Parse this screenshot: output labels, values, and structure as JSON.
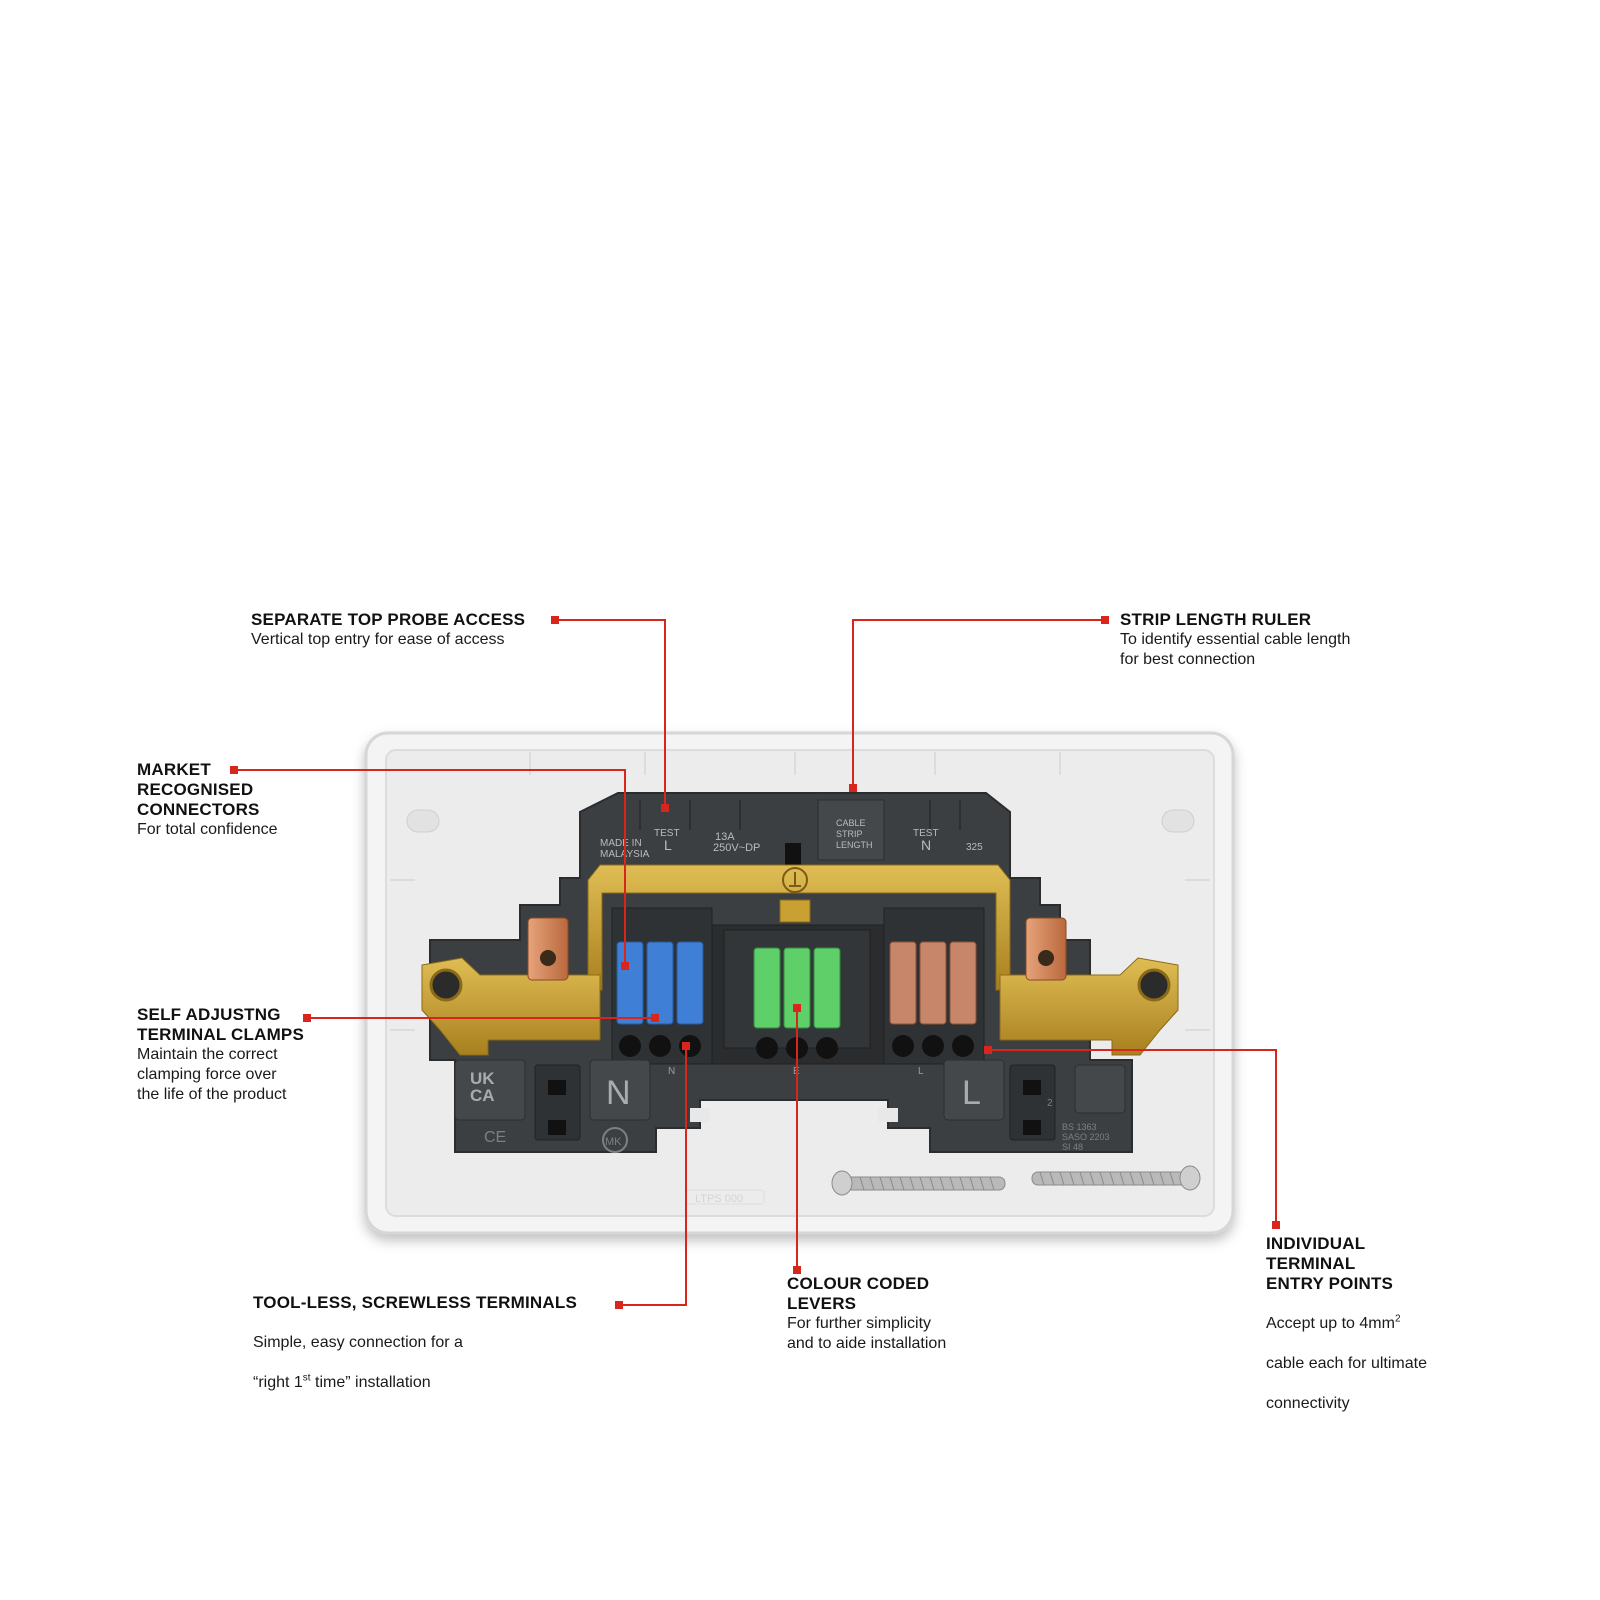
{
  "colors": {
    "leader": "#d9261c",
    "plate": "#f4f4f4",
    "housing": "#3c3f42",
    "brass": "#c9a032",
    "neutral_lever": "#3f7fd6",
    "earth_lever": "#5fcf6a",
    "live_lever": "#c7866a"
  },
  "callouts": {
    "top_probe": {
      "title": "SEPARATE TOP PROBE ACCESS",
      "desc": "Vertical top entry for ease of access"
    },
    "strip_ruler": {
      "title": "STRIP LENGTH RULER",
      "desc": "To identify essential cable length\nfor best connection"
    },
    "market_connectors": {
      "title": "MARKET\nRECOGNISED\nCONNECTORS",
      "desc": "For total confidence"
    },
    "self_adjusting": {
      "title": "SELF ADJUSTNG\nTERMINAL CLAMPS",
      "desc": "Maintain the correct\nclamping force over\nthe life of the product"
    },
    "toolless": {
      "title": "TOOL-LESS, SCREWLESS TERMINALS",
      "desc_line1": "Simple, easy connection for a",
      "desc_pre": "“right 1",
      "desc_sup": "st",
      "desc_post": " time” installation"
    },
    "colour_coded": {
      "title": "COLOUR CODED\nLEVERS",
      "desc": "For further simplicity\nand to aide installation"
    },
    "entry_points": {
      "title": "INDIVIDUAL\nTERMINAL\nENTRY POINTS",
      "desc_pre": "Accept up to 4mm",
      "desc_sup": "2",
      "desc_line2": "cable each for ultimate",
      "desc_line3": "connectivity"
    }
  },
  "device_markings": {
    "test_l": "TEST\nL",
    "test_n": "TEST\nN",
    "made_in": "MADE IN\nMALAYSIA",
    "rating": "13A\n250V~DP",
    "ruler": "CABLE\nSTRIP\nLENGTH",
    "code": "325",
    "n_label": "N",
    "l_label": "L",
    "ukca": "UK\nCA",
    "ce": "CE",
    "mk": "MK",
    "standard": "BS 1363\nSASO 2203\nSI 48",
    "plate_code": "LTPS 000",
    "small_n": "N",
    "small_e": "E",
    "small_l": "L",
    "small_2": "2"
  }
}
